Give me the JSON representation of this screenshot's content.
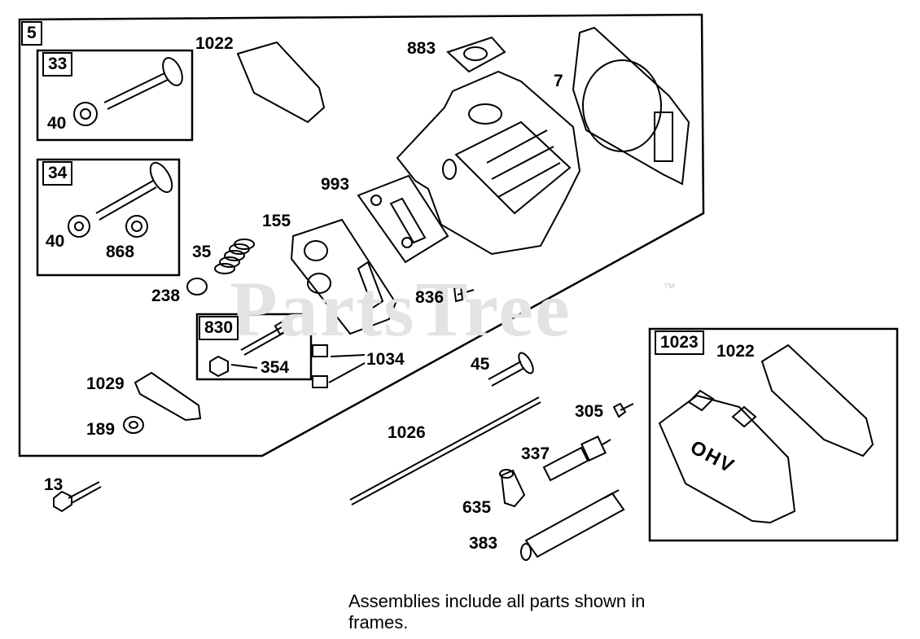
{
  "watermark": {
    "text": "PartsTree",
    "tm": "™"
  },
  "frames": {
    "main": "5",
    "valve_intake": "33",
    "valve_exhaust": "34",
    "rocker_stud": "830",
    "cover_assembly": "1023"
  },
  "parts": {
    "valve_cover_gasket_top": "1022",
    "intake_gasket": "883",
    "head_gasket": "7",
    "retainer_33": "40",
    "retainer_34": "40",
    "valve_seal": "868",
    "gasket_993": "993",
    "plate_155": "155",
    "spring_35": "35",
    "cap_238": "238",
    "screw_836": "836",
    "nut_354": "354",
    "guide_1034": "1034",
    "rocker_1029": "1029",
    "nut_189": "189",
    "bolt_13": "13",
    "push_rod_guide_45": "45",
    "push_rod_1026": "1026",
    "screw_305": "305",
    "spark_plug_337": "337",
    "boot_635": "635",
    "tool_383": "383",
    "valve_cover_gasket_1022": "1022"
  },
  "cover_text": "OHV",
  "note": "Assemblies include all parts shown in frames."
}
